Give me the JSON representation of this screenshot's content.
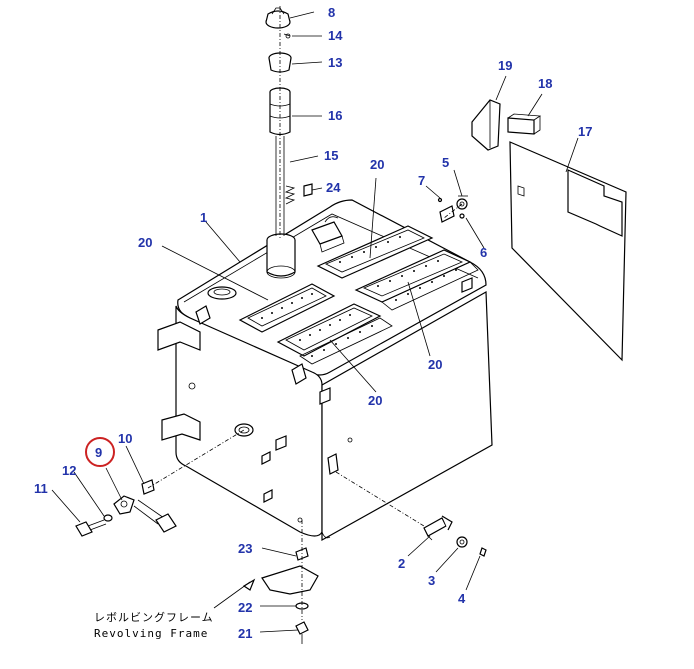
{
  "callouts": {
    "c1": "1",
    "c2": "2",
    "c3": "3",
    "c4": "4",
    "c5": "5",
    "c6": "6",
    "c7": "7",
    "c8": "8",
    "c9": "9",
    "c10": "10",
    "c11": "11",
    "c12": "12",
    "c13": "13",
    "c14": "14",
    "c15": "15",
    "c16": "16",
    "c17": "17",
    "c18": "18",
    "c19": "19",
    "c20a": "20",
    "c20b": "20",
    "c20c": "20",
    "c20d": "20",
    "c21": "21",
    "c22": "22",
    "c23": "23",
    "c24": "24"
  },
  "labels": {
    "frame_jp": "レボルビングフレーム",
    "frame_en": "Revolving Frame"
  },
  "highlight": {
    "color": "#cc2222"
  },
  "colors": {
    "callout": "#2233aa",
    "line": "#000000"
  }
}
